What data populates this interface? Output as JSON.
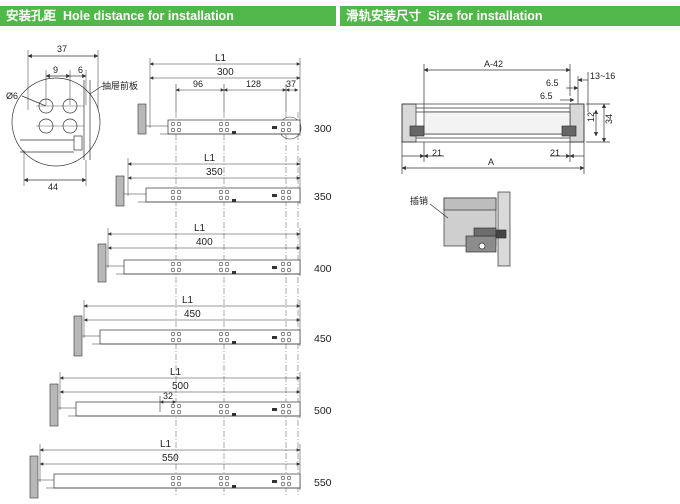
{
  "header_left": {
    "cn": "安装孔距",
    "en": "Hole distance for installation"
  },
  "header_right": {
    "cn": "滑轨安装尺寸",
    "en": "Size for installation"
  },
  "detail": {
    "d37": "37",
    "d9": "9",
    "d6": "6",
    "dia": "Ø6",
    "front_label": "抽屉前板",
    "d44": "44"
  },
  "row1": {
    "l1": "L1",
    "d300": "300",
    "d96": "96",
    "d128": "128",
    "d37": "37"
  },
  "sizes": [
    {
      "l1": "L1",
      "len": "300",
      "label": "300"
    },
    {
      "l1": "L1",
      "len": "350",
      "label": "350"
    },
    {
      "l1": "L1",
      "len": "400",
      "label": "400"
    },
    {
      "l1": "L1",
      "len": "450",
      "label": "450"
    },
    {
      "l1": "L1",
      "len": "500",
      "label": "500"
    },
    {
      "l1": "L1",
      "len": "550",
      "label": "550"
    }
  ],
  "extra_32": "32",
  "right": {
    "a42": "A-42",
    "d65a": "6.5",
    "d1316": "13~16",
    "d65b": "6.5",
    "d12": "12",
    "d34": "34",
    "d21l": "21",
    "d21r": "21",
    "a": "A",
    "pin_label": "插销"
  }
}
